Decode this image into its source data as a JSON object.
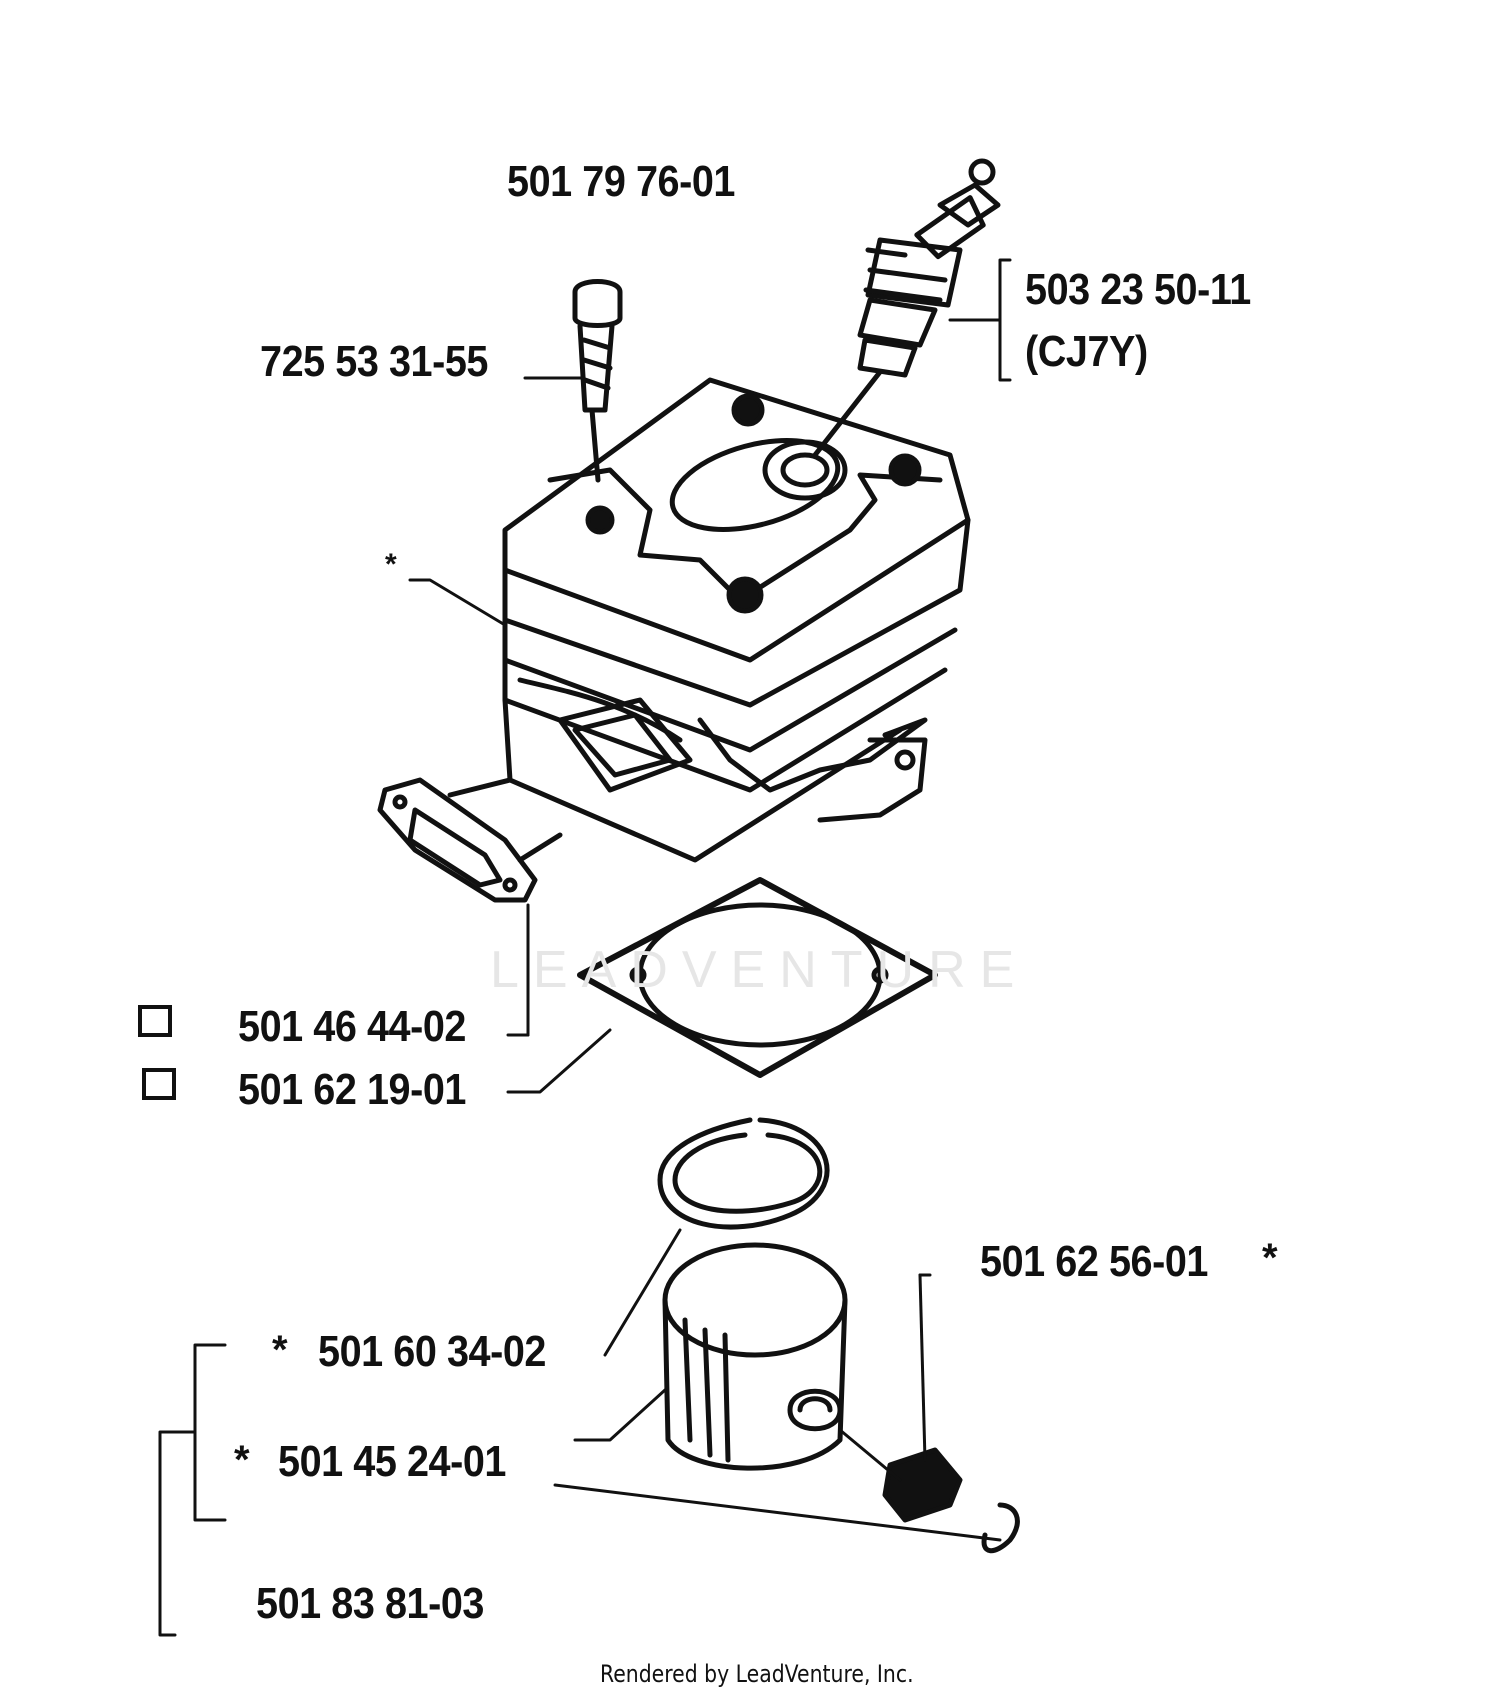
{
  "labels": {
    "top_part": "501 79 76-01",
    "bolt": "725 53 31-55",
    "spark_plug_part": "503 23 50-11",
    "spark_plug_code": "(CJ7Y)",
    "cylinder_star": "*",
    "intake_gasket": "501 46 44-02",
    "base_gasket": "501 62 19-01",
    "pin_bearing": "501 62 56-01",
    "pin_bearing_star": "*",
    "ring": "501 60 34-02",
    "ring_star": "*",
    "piston": "501 45 24-01",
    "piston_star": "*",
    "piston_kit": "501 83 81-03"
  },
  "watermark": "LEADVENTURE",
  "footer": "Rendered by LeadVenture, Inc."
}
